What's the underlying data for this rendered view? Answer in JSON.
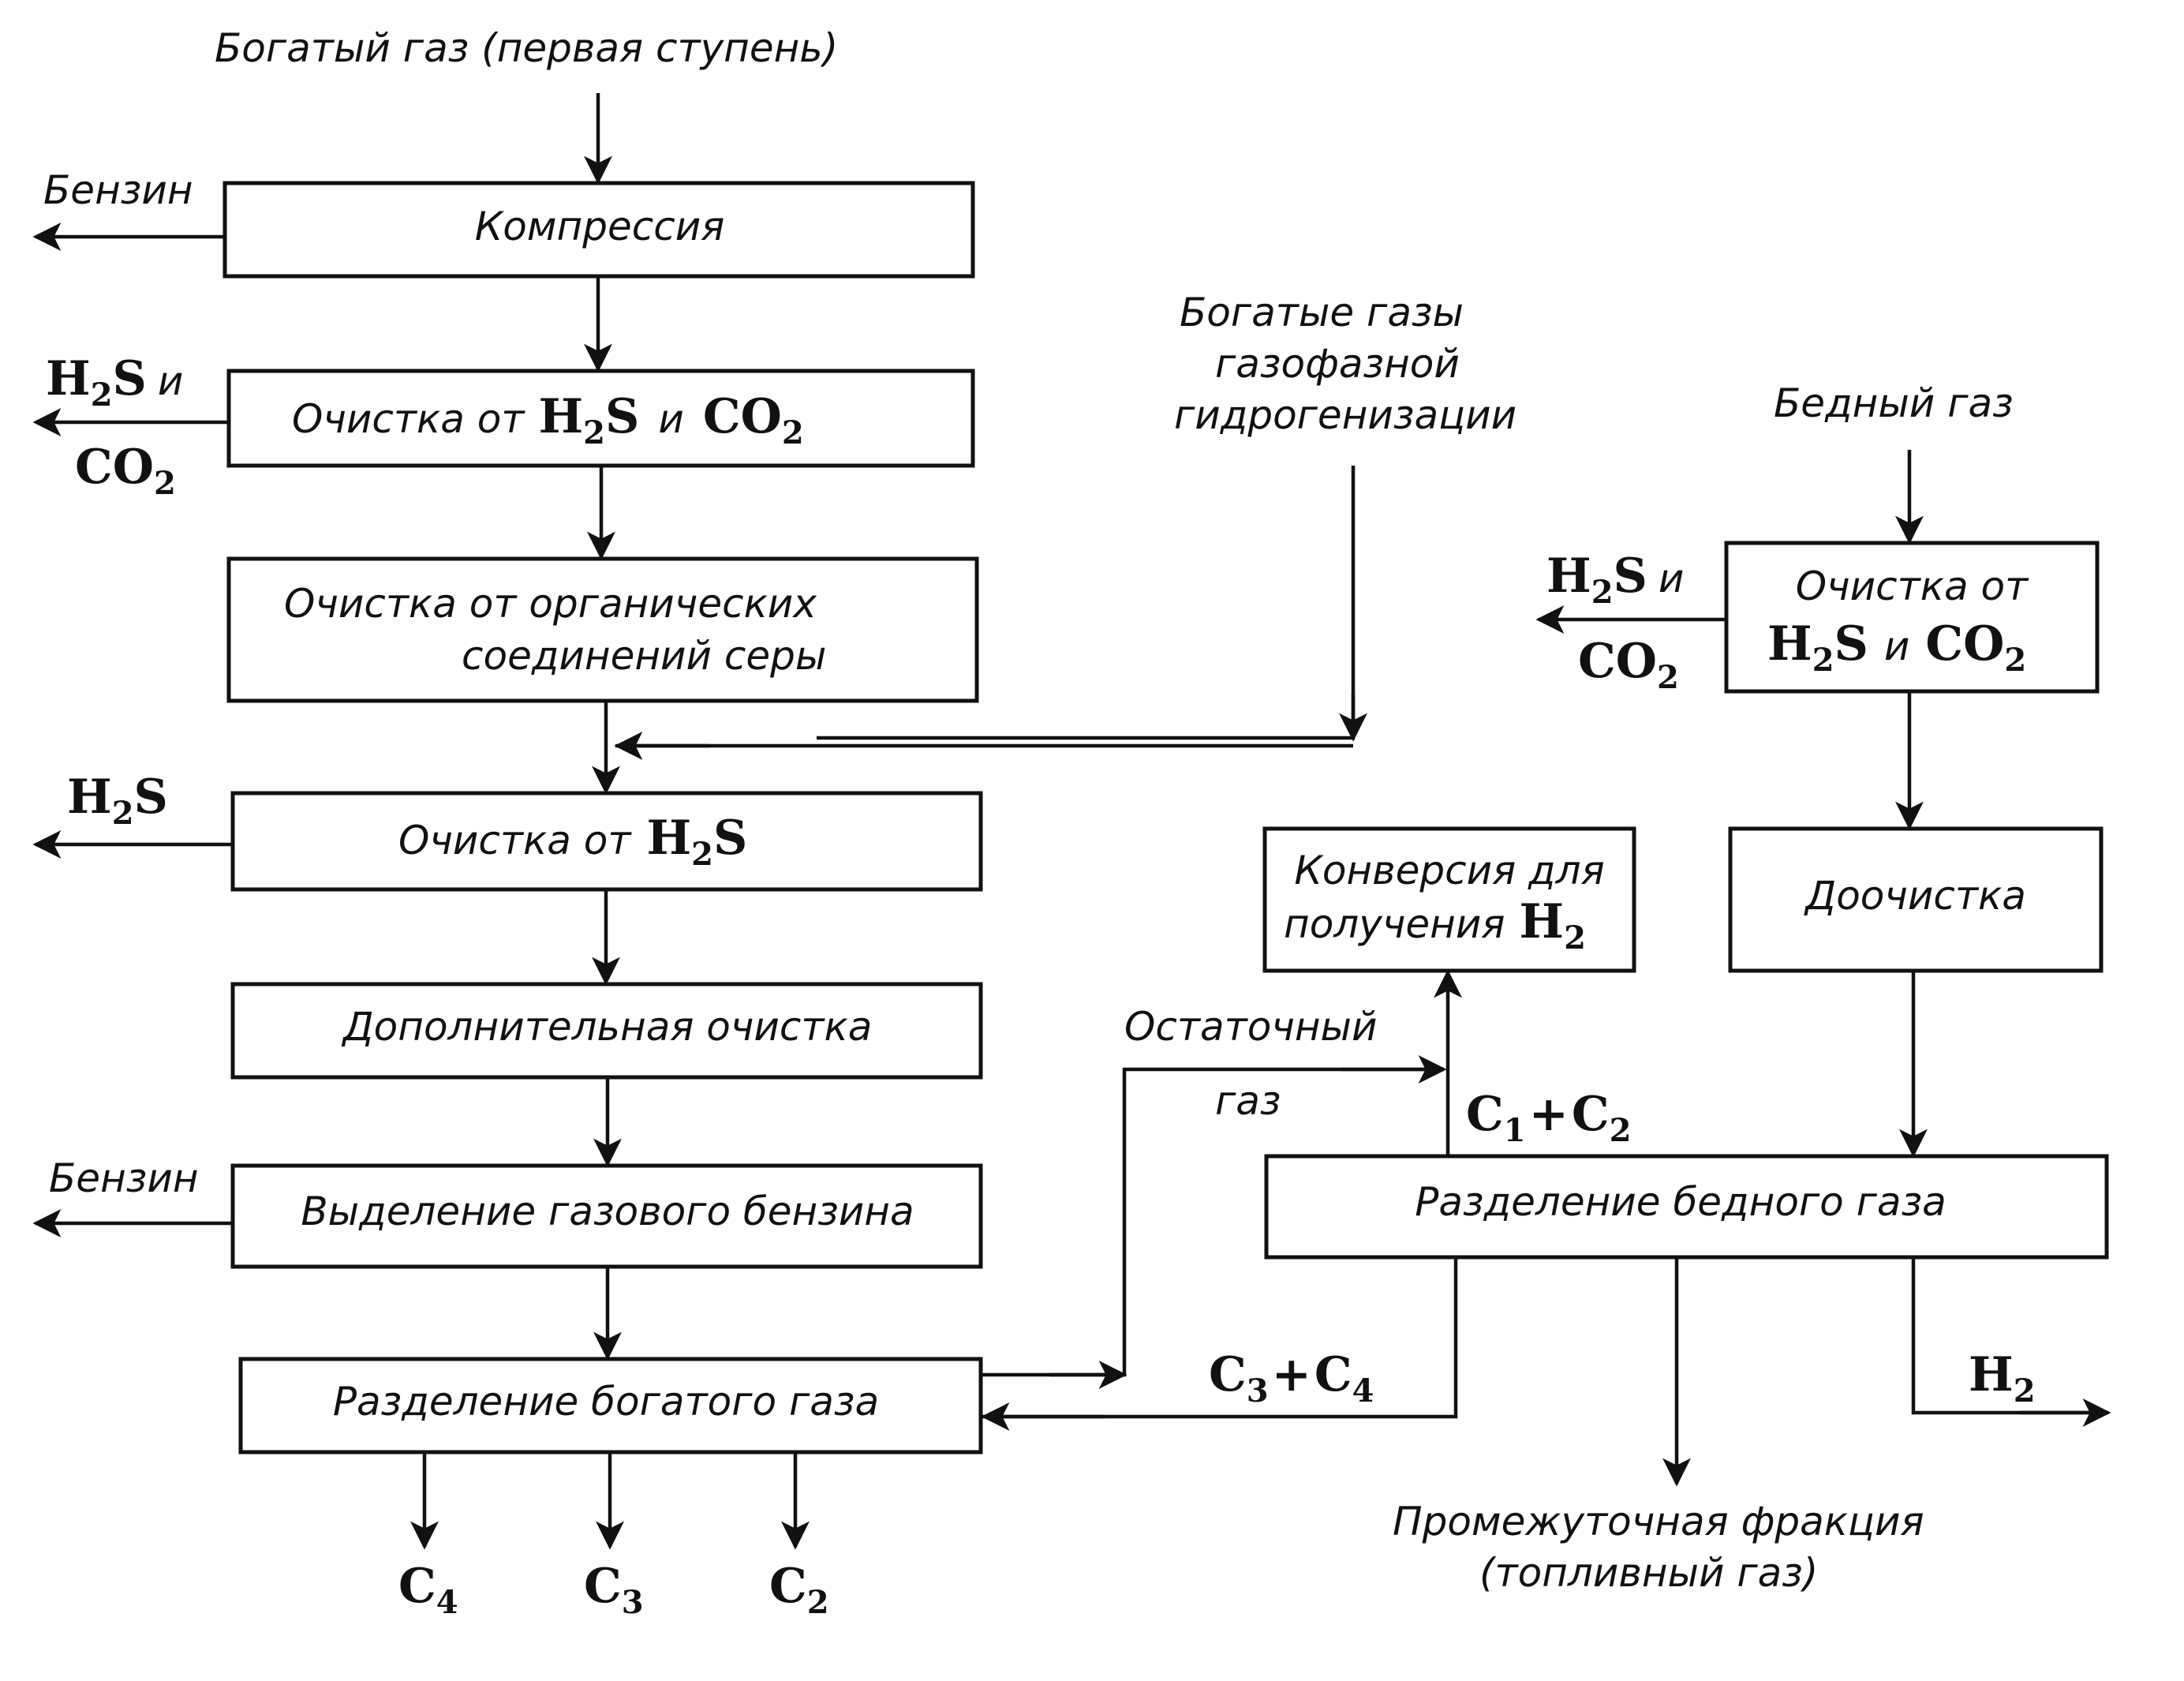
{
  "inputs": {
    "rich_gas": "Богатый газ (первая ступень)",
    "hydro_gases": [
      "Богатые газы",
      "газофазной",
      "гидрогенизации"
    ],
    "lean_gas": "Бедный газ"
  },
  "boxes": {
    "compression": "Компрессия",
    "purify_h2s_co2_prefix": "Очистка от",
    "purify_h2s_co2_conj": "и",
    "organic_sulfur": [
      "Очистка от органических",
      "соединений серы"
    ],
    "purify_h2s_prefix": "Очистка от",
    "extra_purification": "Дополнительная очистка",
    "gasoline_extraction": "Выделение газового бензина",
    "rich_gas_separation": "Разделение богатого газа",
    "lean_purify": [
      "Очистка от",
      "и"
    ],
    "final_purification": "Доочистка",
    "conversion": [
      "Конверсия для",
      "получения"
    ],
    "lean_gas_separation": "Разделение бедного газа"
  },
  "outputs": {
    "gasoline_1": "Бензин",
    "gasoline_2": "Бензин",
    "h2s_and": "и",
    "residual_gas": [
      "Остаточный",
      "газ"
    ],
    "intermediate_fraction": [
      "Промежуточная фракция",
      "(топливный газ)"
    ]
  },
  "chem": {
    "H": "H",
    "S": "S",
    "C": "C",
    "O": "O",
    "sub_1": "1",
    "sub_2": "2",
    "sub_3": "3",
    "sub_4": "4",
    "plus": "+"
  }
}
